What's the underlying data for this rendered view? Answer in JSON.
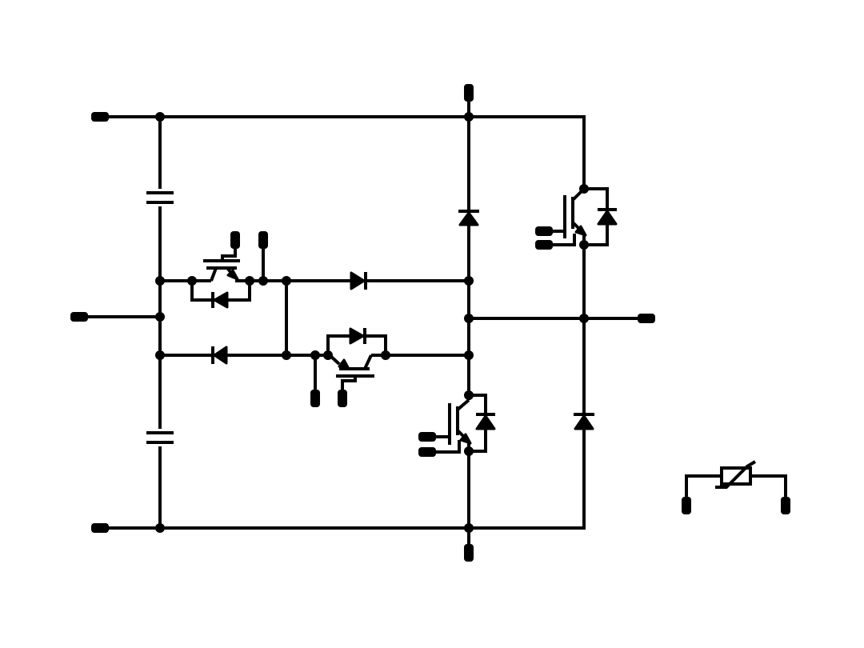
{
  "diagram": {
    "kind": "three-level NPC inverter phase leg with brake chopper",
    "colors": {
      "background": "#ffffff",
      "ink": "#000000"
    },
    "components": [
      {
        "id": "c-upper",
        "type": "capacitor"
      },
      {
        "id": "c-lower",
        "type": "capacitor"
      },
      {
        "id": "t-clamp-upper",
        "type": "igbt-with-antiparallel-diode"
      },
      {
        "id": "t-clamp-lower",
        "type": "igbt-with-antiparallel-diode"
      },
      {
        "id": "d-clamp-upper",
        "type": "diode"
      },
      {
        "id": "d-clamp-lower",
        "type": "diode"
      },
      {
        "id": "d-upper-leg",
        "type": "diode"
      },
      {
        "id": "t-lower-leg",
        "type": "igbt-with-antiparallel-diode"
      },
      {
        "id": "t-brake",
        "type": "igbt-with-antiparallel-diode"
      },
      {
        "id": "d-freewheel",
        "type": "diode"
      },
      {
        "id": "ntc",
        "type": "thermistor"
      }
    ]
  }
}
